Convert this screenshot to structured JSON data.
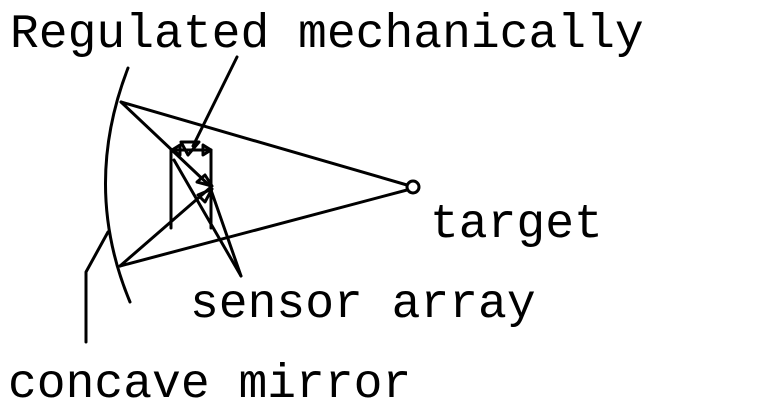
{
  "labels": {
    "regulated": "Regulated mechanically",
    "target": "target",
    "sensor_array": "sensor array",
    "concave_mirror": "concave mirror"
  },
  "colors": {
    "ink": "#000000",
    "background": "#ffffff"
  }
}
